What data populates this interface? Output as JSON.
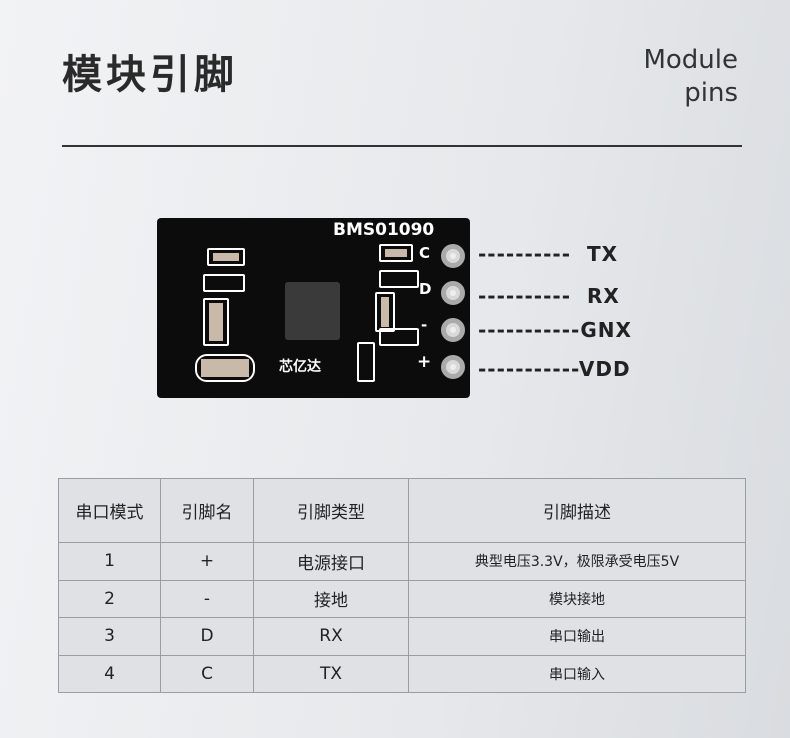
{
  "title": "模块引脚",
  "subtitle": [
    "Module",
    "pins"
  ],
  "board": {
    "model": "BMS01090",
    "brand": "芯亿达",
    "pin_marks": [
      "C",
      "D",
      "-",
      "+"
    ]
  },
  "pins": [
    "TX",
    "RX",
    "GNX",
    "VDD"
  ],
  "table": {
    "headers": [
      "串口模式",
      "引脚名",
      "引脚类型",
      "引脚描述"
    ],
    "rows": [
      [
        "1",
        "+",
        "电源接口",
        "典型电压3.3V，极限承受电压5V"
      ],
      [
        "2",
        "-",
        "接地",
        "模块接地"
      ],
      [
        "3",
        "D",
        "RX",
        "串口输出"
      ],
      [
        "4",
        "C",
        "TX",
        "串口输入"
      ]
    ]
  }
}
